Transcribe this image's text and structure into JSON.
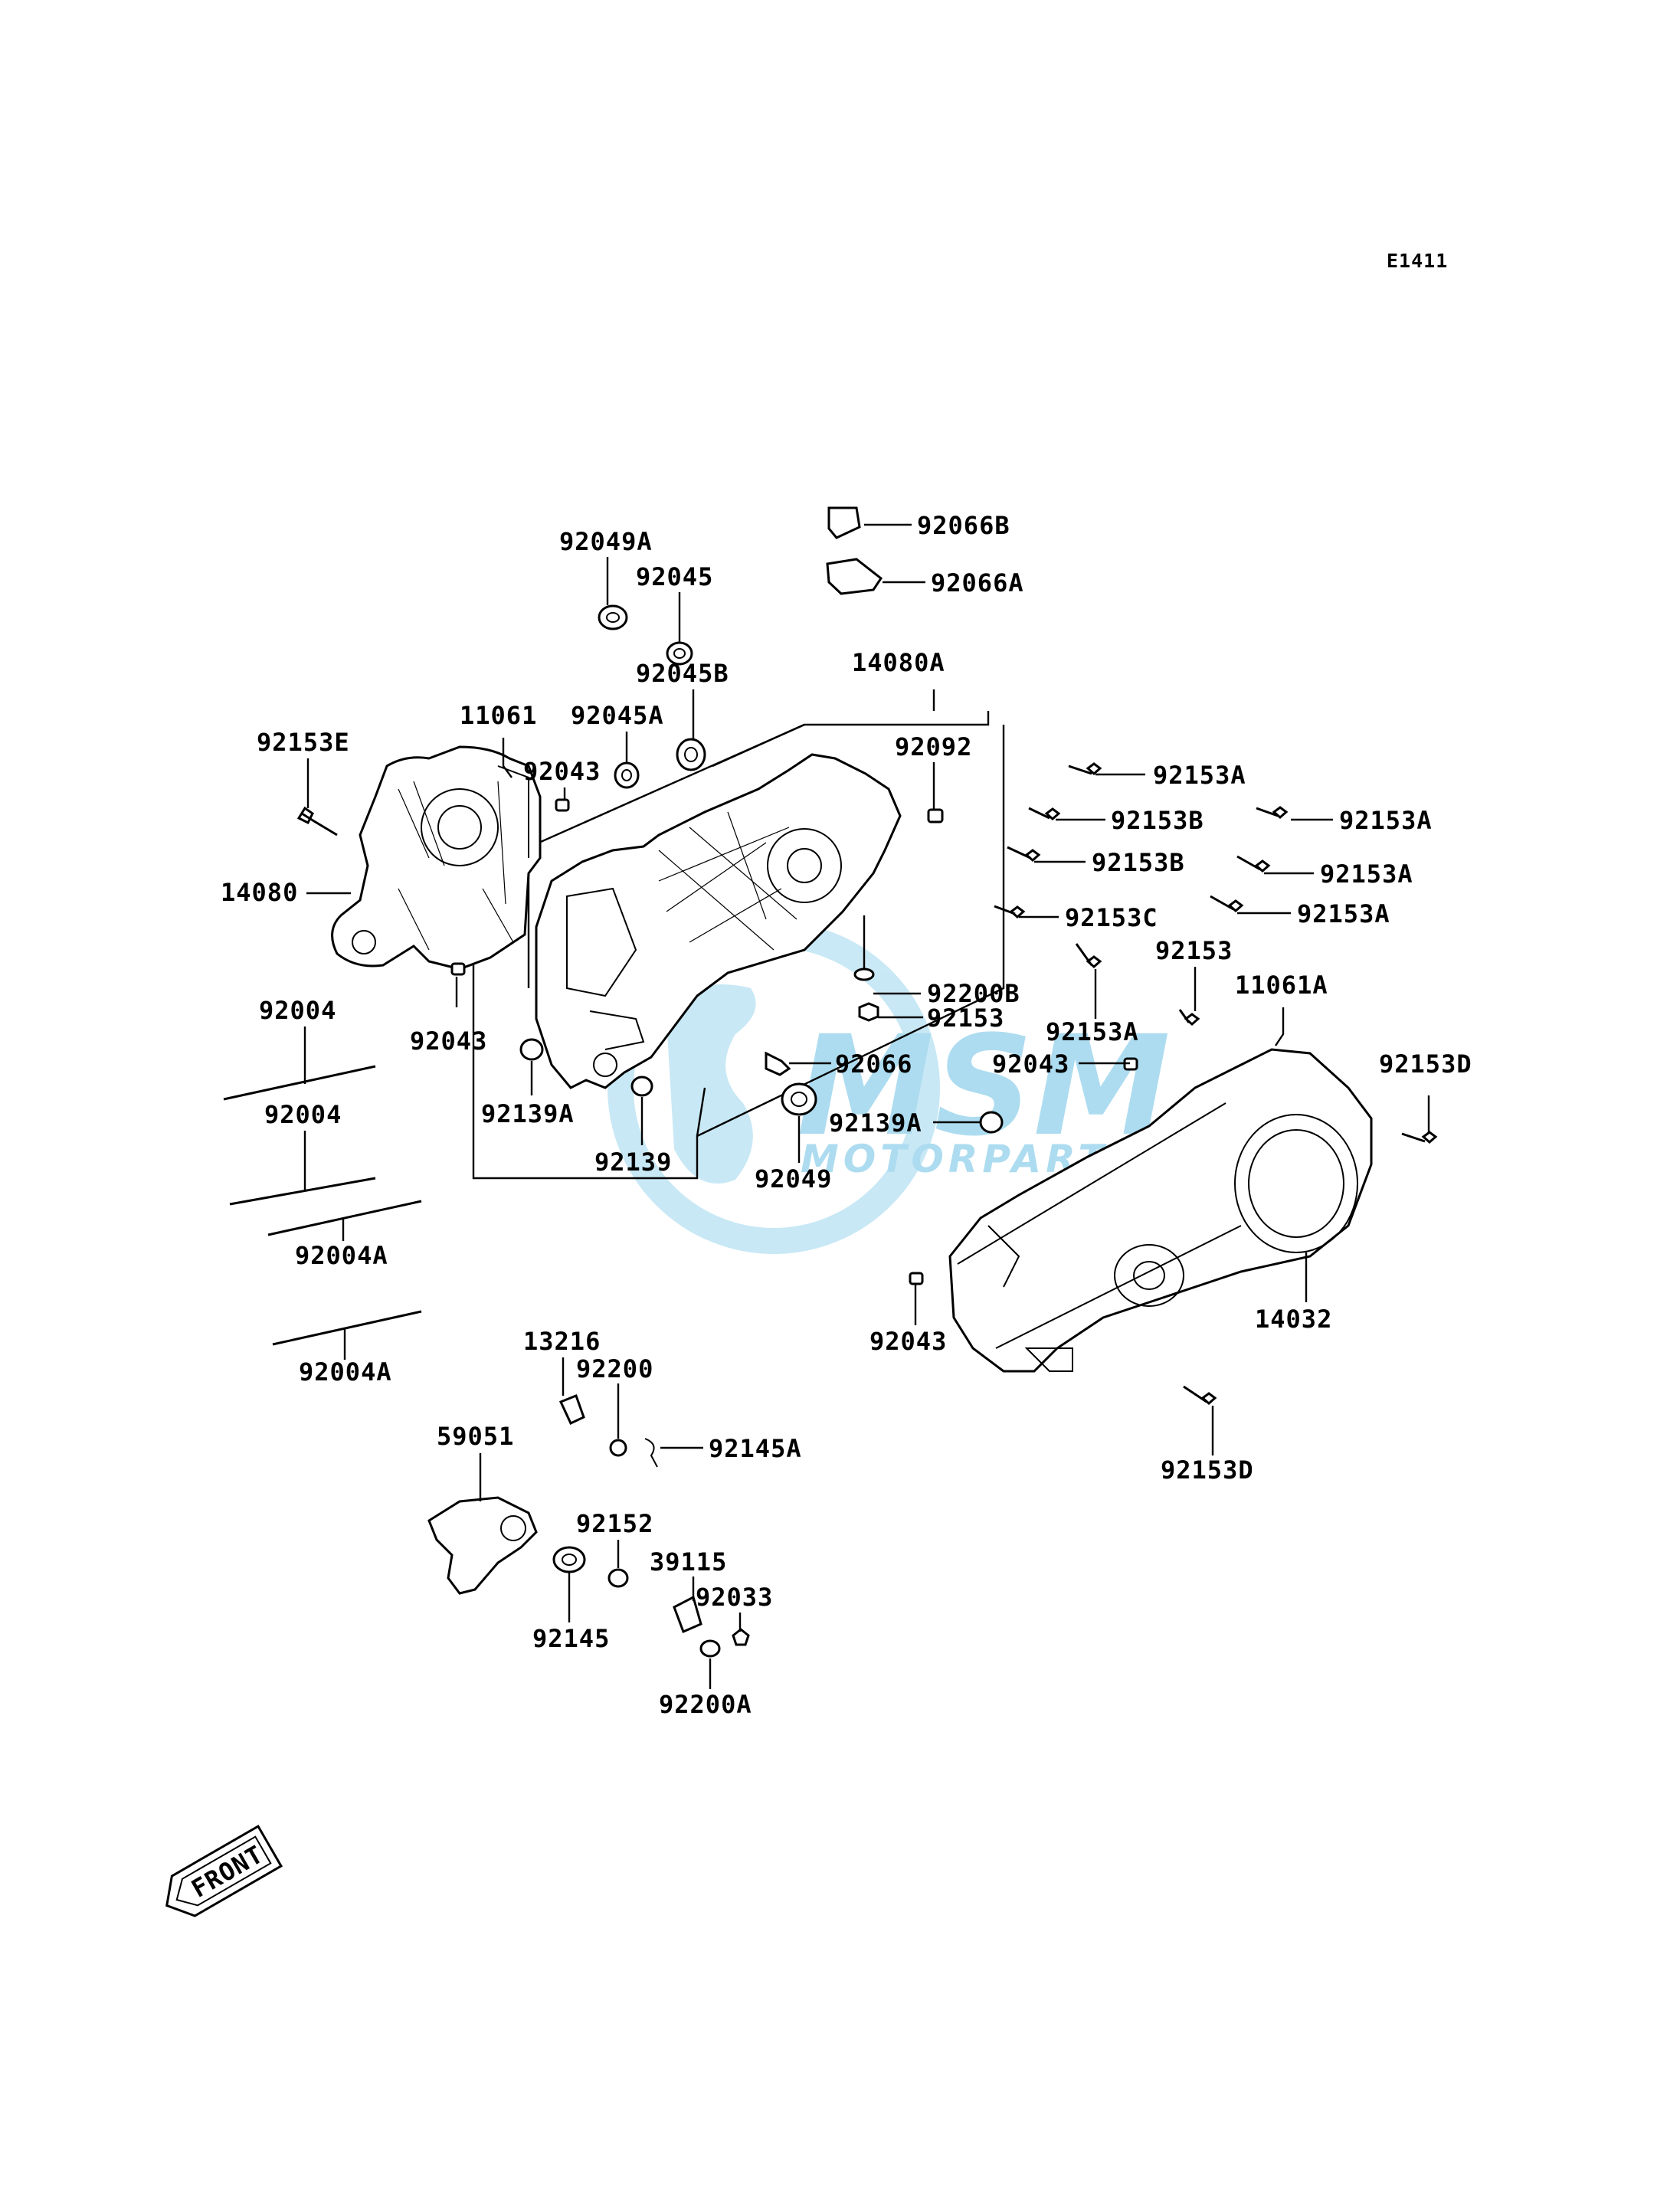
{
  "diagram_code": "E1411",
  "watermark": {
    "logo_text": "MSM",
    "sub_text": "MOTORPARTS",
    "color": "#9fd7ee"
  },
  "front_marker": "FRONT",
  "parts": [
    "92049A",
    "92045",
    "92045B",
    "92045A",
    "11061",
    "92153E",
    "92043",
    "14080",
    "92066B",
    "92066A",
    "14080A",
    "92092",
    "92153A",
    "92153B",
    "92153C",
    "92153",
    "11061A",
    "92200B",
    "92066",
    "92139A",
    "92139",
    "92049",
    "92153D",
    "14032",
    "92004",
    "92004A",
    "13216",
    "92200",
    "59051",
    "92145A",
    "92152",
    "92145",
    "39115",
    "92033",
    "92200A"
  ]
}
